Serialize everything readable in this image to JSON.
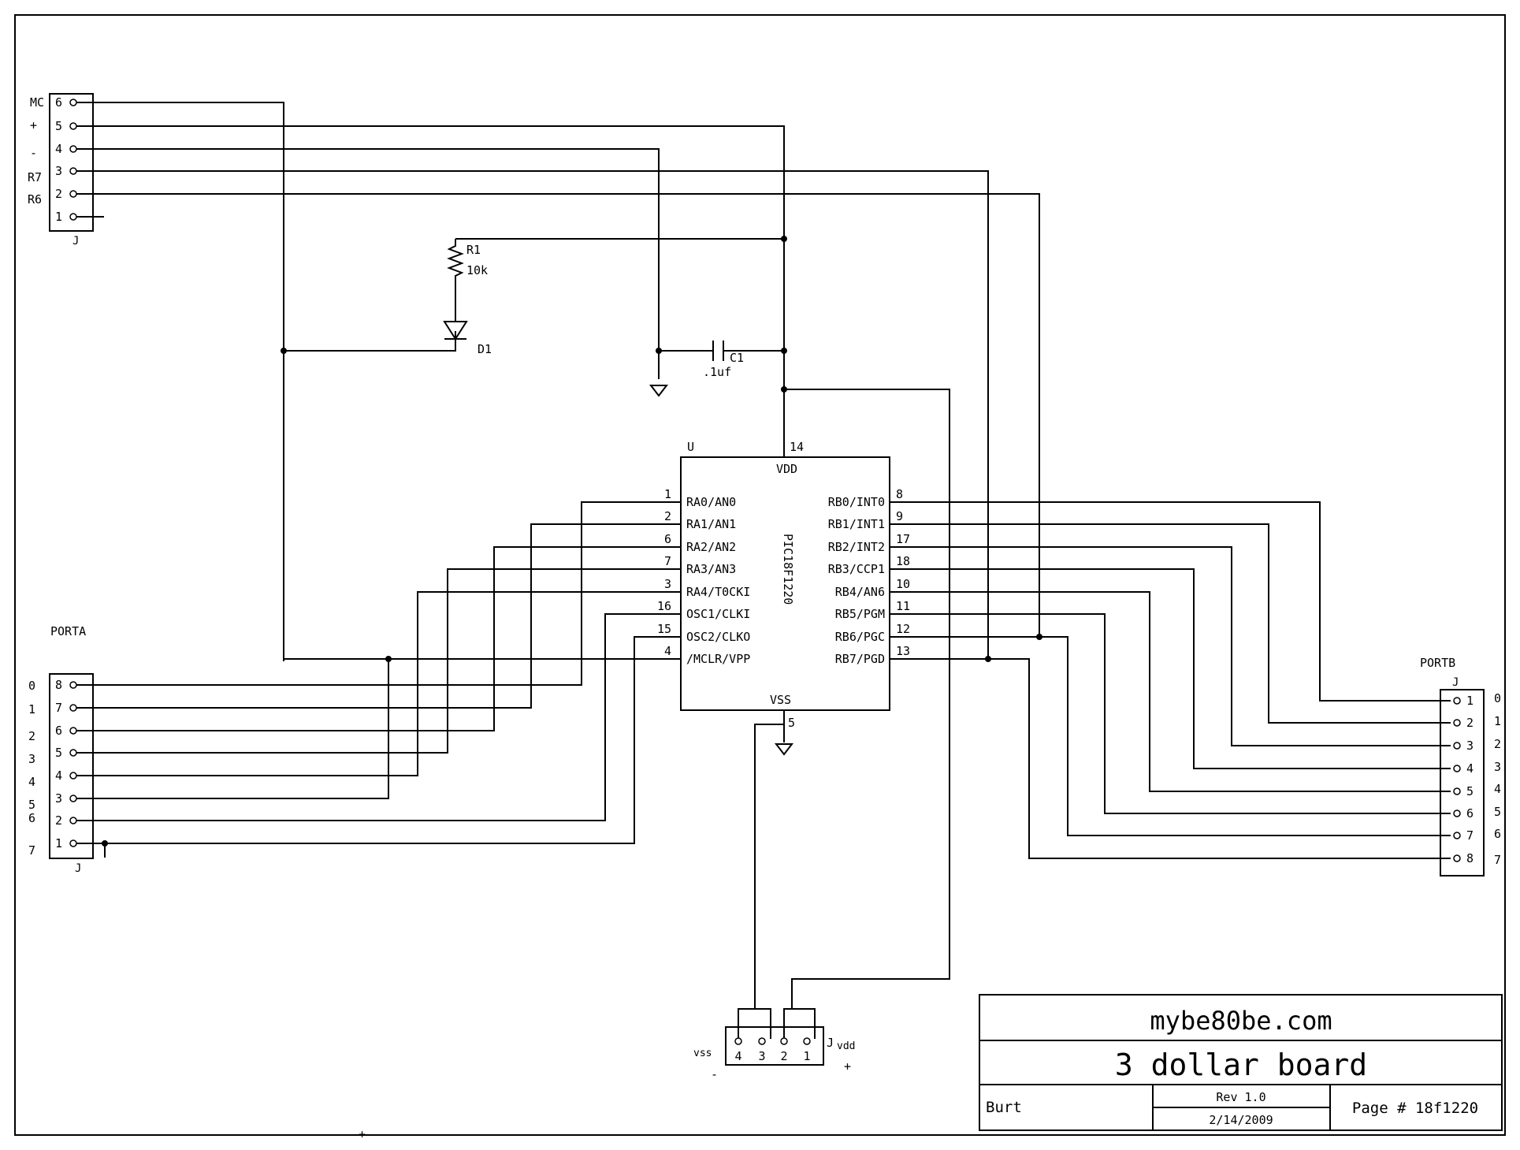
{
  "labels": {
    "jmc_signals": [
      "MC",
      "+",
      "-",
      "R7",
      "R6"
    ],
    "jmc_pins": [
      "6",
      "5",
      "4",
      "3",
      "2",
      "1"
    ],
    "jmc_ref": "J",
    "porta_title": "PORTA",
    "porta_ref": "J",
    "porta_bits": [
      "0",
      "1",
      "2",
      "3",
      "4",
      "5",
      "6",
      "7"
    ],
    "porta_pins": [
      "8",
      "7",
      "6",
      "5",
      "4",
      "3",
      "2",
      "1"
    ],
    "portb_title": "PORTB",
    "portb_ref": "J",
    "portb_bits": [
      "0",
      "1",
      "2",
      "3",
      "4",
      "5",
      "6",
      "7"
    ],
    "portb_pins": [
      "1",
      "2",
      "3",
      "4",
      "5",
      "6",
      "7",
      "8"
    ],
    "r1_ref": "R1",
    "r1_value": "10k",
    "d1_ref": "D1",
    "c1_ref": "C1",
    "c1_value": ".1uf",
    "ic_ref": "U",
    "ic_part": "PIC18F1220",
    "vdd": "VDD",
    "vss": "VSS",
    "vdd_pin": "14",
    "vss_pin": "5",
    "left_pin_numbers": [
      "1",
      "2",
      "6",
      "7",
      "3",
      "16",
      "15",
      "4"
    ],
    "left_pin_names": [
      "RA0/AN0",
      "RA1/AN1",
      "RA2/AN2",
      "RA3/AN3",
      "RA4/T0CKI",
      "OSC1/CLKI",
      "OSC2/CLKO",
      "/MCLR/VPP"
    ],
    "right_pin_numbers": [
      "8",
      "9",
      "17",
      "18",
      "10",
      "11",
      "12",
      "13"
    ],
    "right_pin_names": [
      "RB0/INT0",
      "RB1/INT1",
      "RB2/INT2",
      "RB3/CCP1",
      "RB4/AN6",
      "RB5/PGM",
      "RB6/PGC",
      "RB7/PGD"
    ],
    "pwr_pins": [
      "4",
      "3",
      "2",
      "1"
    ],
    "pwr_ref": "J",
    "pwr_vss": "vss",
    "pwr_vdd": "vdd",
    "pwr_minus": "-",
    "pwr_plus": "+",
    "stray_plus": "+"
  },
  "title_block": {
    "site": "mybe80be.com",
    "title": "3 dollar board",
    "author": "Burt",
    "rev": "Rev 1.0",
    "date": "2/14/2009",
    "page": "Page # 18f1220"
  },
  "colors": {
    "ink": "#000000",
    "paper": "#ffffff"
  }
}
